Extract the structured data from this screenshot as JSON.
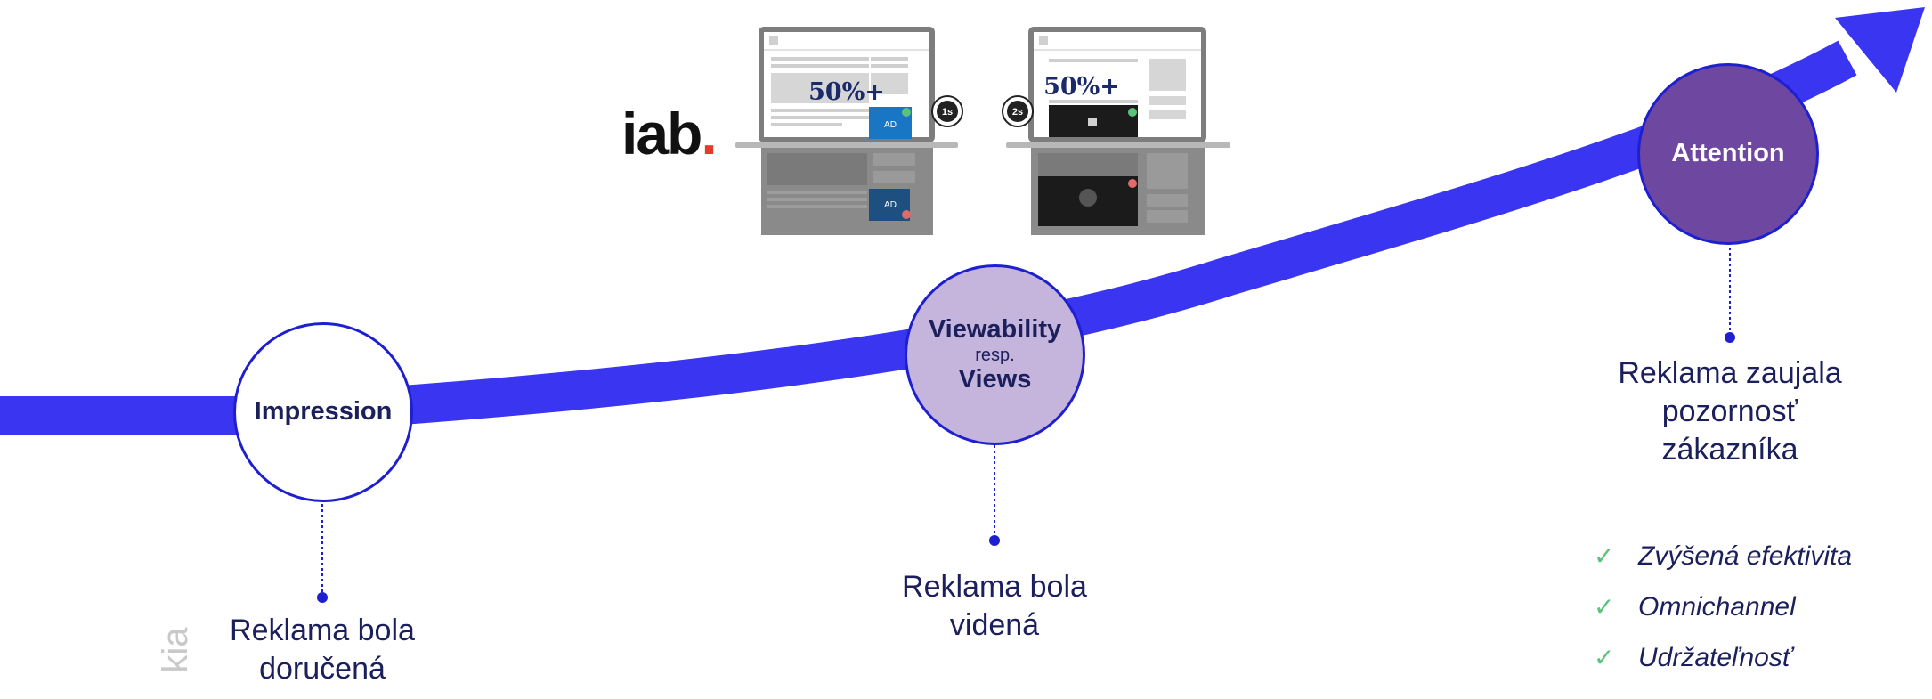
{
  "logo": {
    "text": "iab",
    "dot": "."
  },
  "illustrations": {
    "display": {
      "percent": "50%+",
      "timer": "1s",
      "ad_label": "AD",
      "ad_label_lower": "AD"
    },
    "video": {
      "percent": "50%+",
      "timer": "2s"
    }
  },
  "stages": [
    {
      "title": "Impression",
      "description_lines": [
        "Reklama bola",
        "doručená"
      ]
    },
    {
      "title": "Viewability",
      "connector": "resp.",
      "subtitle": "Views",
      "description_lines": [
        "Reklama bola",
        "videná"
      ]
    },
    {
      "title": "Attention",
      "description_lines": [
        "Reklama zaujala",
        "pozornosť",
        "zákazníka"
      ]
    }
  ],
  "benefits": [
    {
      "check": "✓",
      "text": "Zvýšená efektivita"
    },
    {
      "check": "✓",
      "text": "Omnichannel"
    },
    {
      "check": "✓",
      "text": "Udržateľnosť"
    }
  ],
  "vertical_text": "kia",
  "colors": {
    "arrow": "#3a35f0",
    "circle_border": "#1d1fd0",
    "impression_fill": "#ffffff",
    "viewability_fill": "#c5b4dc",
    "attention_fill": "#6e48a0",
    "text_navy": "#1b1f5c",
    "check_green": "#5bc27a",
    "iab_dot": "#e53b2c"
  }
}
